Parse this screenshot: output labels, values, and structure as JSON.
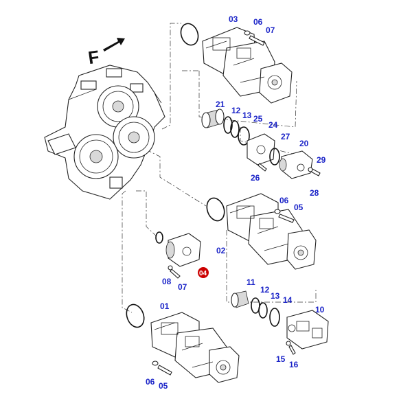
{
  "diagram": {
    "direction_label": "F",
    "highlight_color": "#cc0000",
    "label_color": "#1b24c8",
    "labels": [
      {
        "id": "03",
        "text": "03"
      },
      {
        "id": "06a",
        "text": "06"
      },
      {
        "id": "07a",
        "text": "07"
      },
      {
        "id": "21",
        "text": "21"
      },
      {
        "id": "12a",
        "text": "12"
      },
      {
        "id": "13a",
        "text": "13"
      },
      {
        "id": "25",
        "text": "25"
      },
      {
        "id": "24",
        "text": "24"
      },
      {
        "id": "27",
        "text": "27"
      },
      {
        "id": "20",
        "text": "20"
      },
      {
        "id": "29",
        "text": "29"
      },
      {
        "id": "26",
        "text": "26"
      },
      {
        "id": "28",
        "text": "28"
      },
      {
        "id": "06b",
        "text": "06"
      },
      {
        "id": "05a",
        "text": "05"
      },
      {
        "id": "02",
        "text": "02"
      },
      {
        "id": "08",
        "text": "08"
      },
      {
        "id": "07b",
        "text": "07"
      },
      {
        "id": "11",
        "text": "11"
      },
      {
        "id": "12b",
        "text": "12"
      },
      {
        "id": "13b",
        "text": "13"
      },
      {
        "id": "14",
        "text": "14"
      },
      {
        "id": "10",
        "text": "10"
      },
      {
        "id": "01",
        "text": "01"
      },
      {
        "id": "15",
        "text": "15"
      },
      {
        "id": "16",
        "text": "16"
      },
      {
        "id": "06c",
        "text": "06"
      },
      {
        "id": "05b",
        "text": "05"
      }
    ],
    "highlighted_label": "04"
  }
}
